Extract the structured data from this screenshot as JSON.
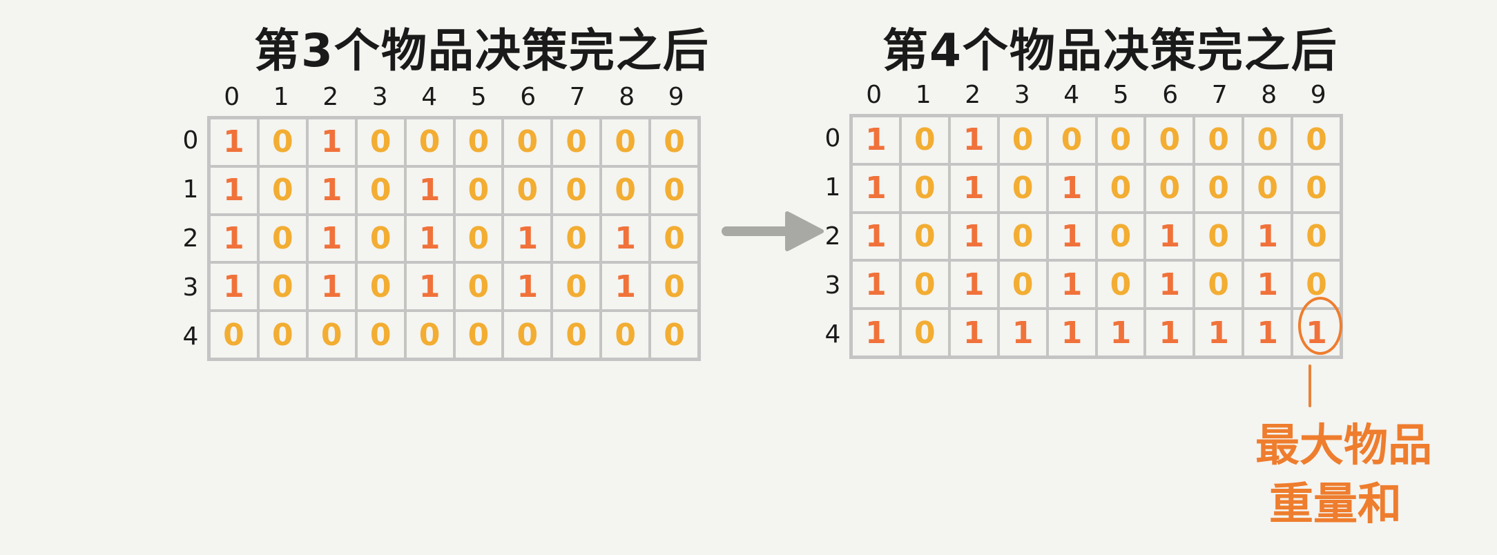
{
  "colors": {
    "one": "#f0723a",
    "zero": "#f2ad32",
    "grid_line": "#c4c4c4",
    "arrow": "#a8a8a4",
    "annotation": "#ee7d2e",
    "text": "#1a1a1a",
    "background": "#f4f4f0"
  },
  "left_table": {
    "title": "第3个物品决策完之后",
    "col_labels": [
      "0",
      "1",
      "2",
      "3",
      "4",
      "5",
      "6",
      "7",
      "8",
      "9"
    ],
    "row_labels": [
      "0",
      "1",
      "2",
      "3",
      "4"
    ],
    "rows": [
      [
        1,
        0,
        1,
        0,
        0,
        0,
        0,
        0,
        0,
        0
      ],
      [
        1,
        0,
        1,
        0,
        1,
        0,
        0,
        0,
        0,
        0
      ],
      [
        1,
        0,
        1,
        0,
        1,
        0,
        1,
        0,
        1,
        0
      ],
      [
        1,
        0,
        1,
        0,
        1,
        0,
        1,
        0,
        1,
        0
      ],
      [
        0,
        0,
        0,
        0,
        0,
        0,
        0,
        0,
        0,
        0
      ]
    ]
  },
  "right_table": {
    "title": "第4个物品决策完之后",
    "col_labels": [
      "0",
      "1",
      "2",
      "3",
      "4",
      "5",
      "6",
      "7",
      "8",
      "9"
    ],
    "row_labels": [
      "0",
      "1",
      "2",
      "3",
      "4"
    ],
    "rows": [
      [
        1,
        0,
        1,
        0,
        0,
        0,
        0,
        0,
        0,
        0
      ],
      [
        1,
        0,
        1,
        0,
        1,
        0,
        0,
        0,
        0,
        0
      ],
      [
        1,
        0,
        1,
        0,
        1,
        0,
        1,
        0,
        1,
        0
      ],
      [
        1,
        0,
        1,
        0,
        1,
        0,
        1,
        0,
        1,
        0
      ],
      [
        1,
        0,
        1,
        1,
        1,
        1,
        1,
        1,
        1,
        1
      ]
    ],
    "highlight": {
      "row": 4,
      "col": 9
    }
  },
  "arrow_icon": "right-arrow-icon",
  "annotation": {
    "line1": "最大物品",
    "line2": "重量和"
  }
}
